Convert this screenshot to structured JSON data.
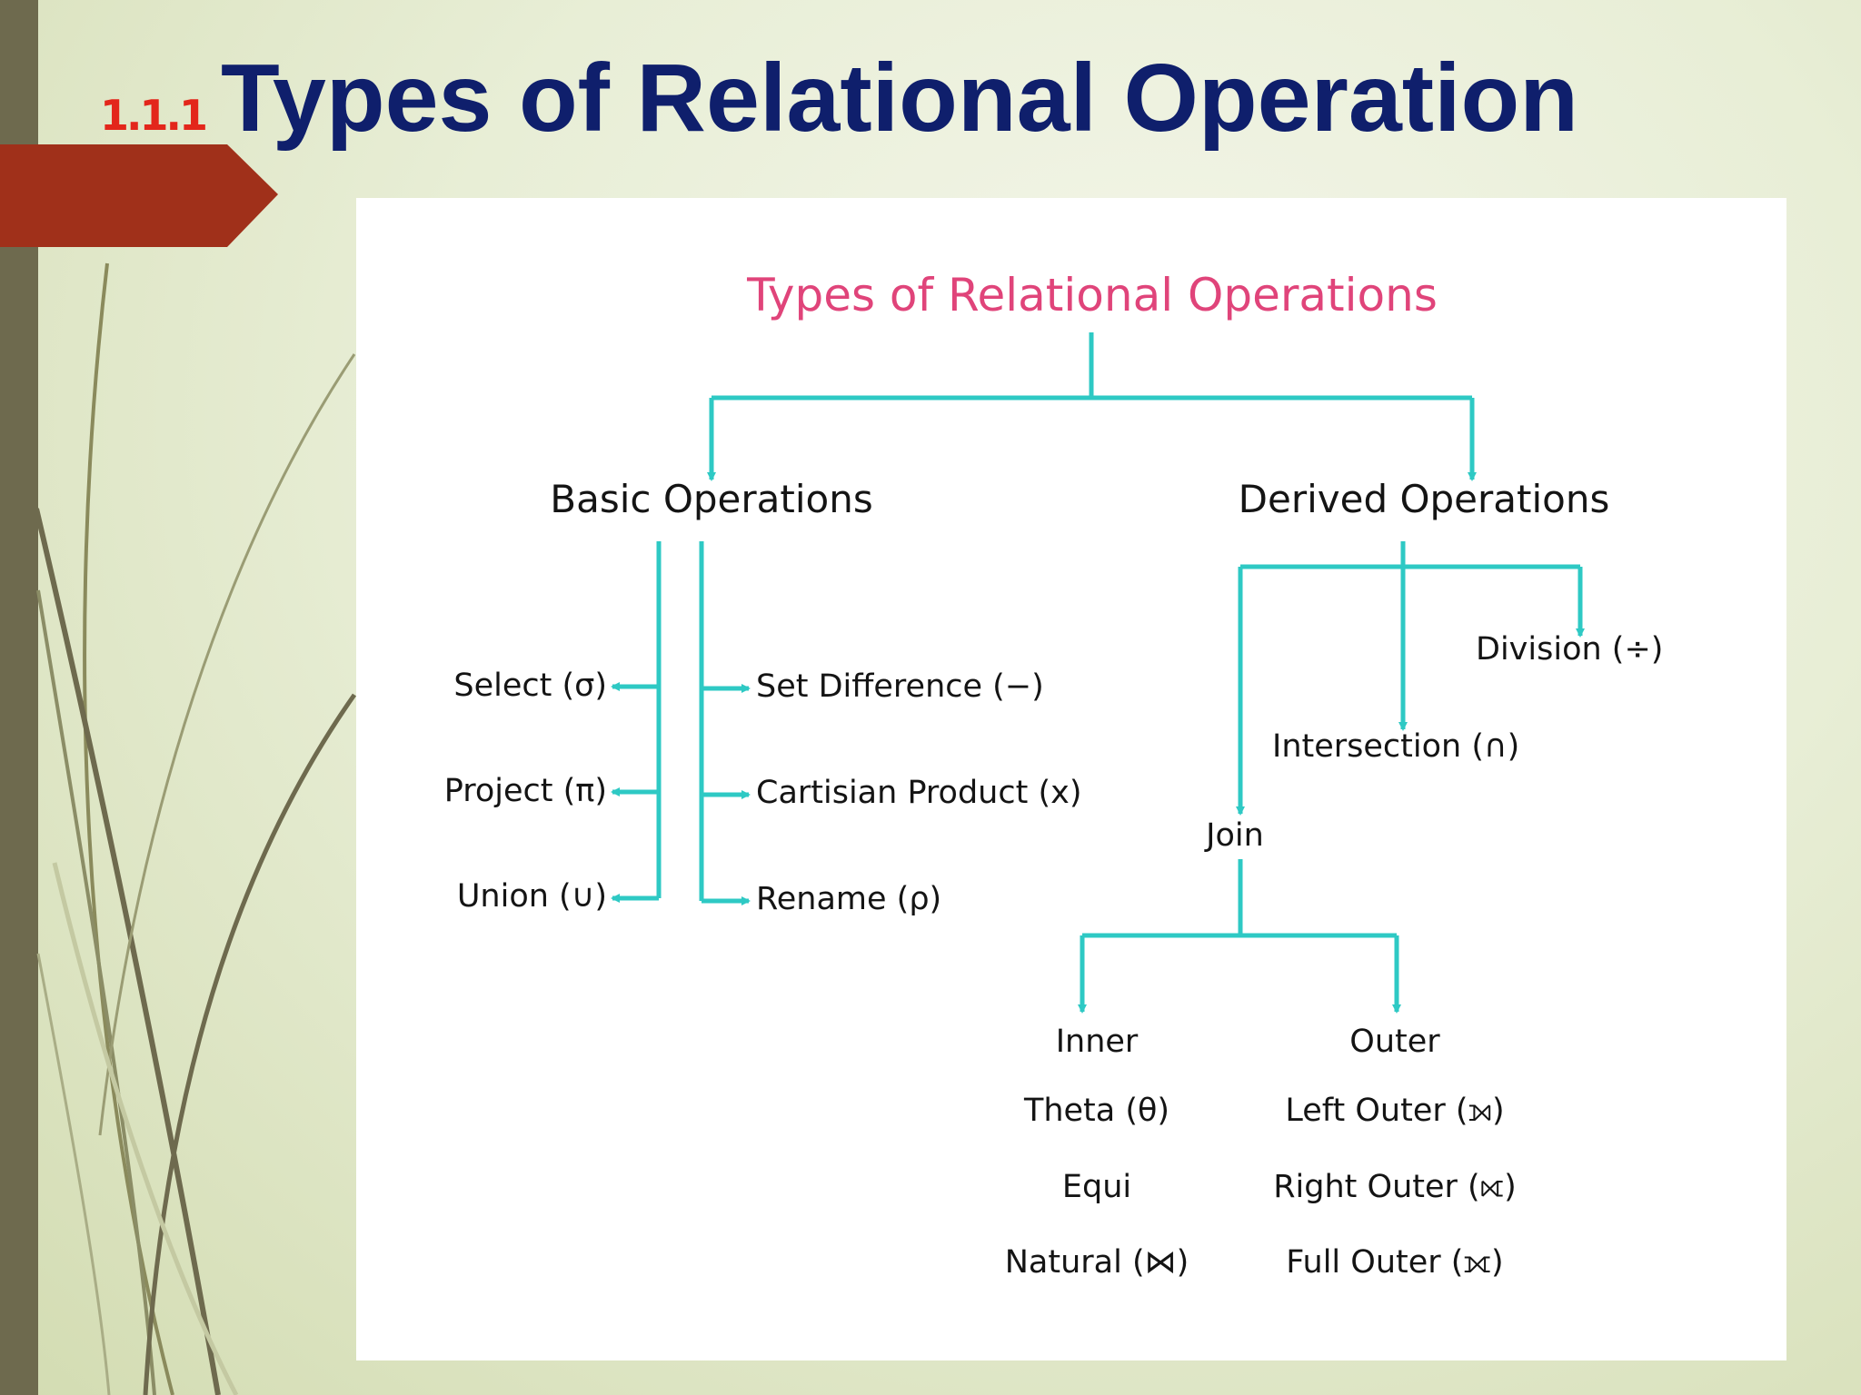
{
  "slide": {
    "number": "1.1.1",
    "title": "Types of Relational Operation"
  },
  "diagram": {
    "root": "Types of Relational Operations",
    "basic": {
      "heading": "Basic Operations",
      "left": [
        "Select (σ)",
        "Project (π)",
        "Union (∪)"
      ],
      "right": [
        "Set Difference (−)",
        "Cartisian Product (x)",
        "Rename (ρ)"
      ]
    },
    "derived": {
      "heading": "Derived Operations",
      "division": "Division (÷)",
      "intersection": "Intersection (∩)",
      "join": {
        "label": "Join",
        "inner": {
          "heading": "Inner",
          "items": [
            "Theta (θ)",
            "Equi",
            "Natural (⋈)"
          ]
        },
        "outer": {
          "heading": "Outer",
          "items": [
            "Left Outer (⟕)",
            "Right Outer (⟖)",
            "Full Outer (⟗)"
          ]
        }
      }
    }
  },
  "colors": {
    "connector": "#2ec9c4",
    "root_text": "#e0447a",
    "title": "#0f1f6c",
    "number": "#e3261b",
    "tab": "#a0301a",
    "sidebar": "#6e6a4e"
  }
}
